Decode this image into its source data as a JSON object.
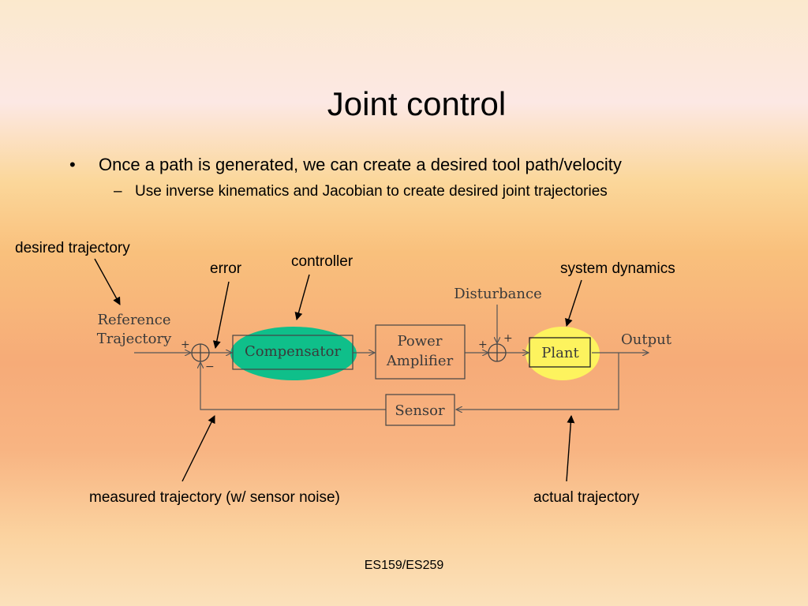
{
  "slide": {
    "title": "Joint control",
    "bullets": [
      {
        "text": "Once a path is generated, we can create a desired tool path/velocity",
        "sub": [
          "Use inverse kinematics and Jacobian to create desired joint trajectories"
        ]
      }
    ],
    "bullet_mark": "•",
    "sub_mark": "–",
    "footer": "ES159/ES259"
  },
  "annotations": {
    "desired_trajectory": "desired trajectory",
    "error": "error",
    "controller": "controller",
    "system_dynamics": "system dynamics",
    "measured_trajectory": "measured trajectory (w/ sensor noise)",
    "actual_trajectory": "actual trajectory"
  },
  "diagram": {
    "reference_line1": "Reference",
    "reference_line2": "Trajectory",
    "compensator": "Compensator",
    "power_line1": "Power",
    "power_line2": "Amplifier",
    "disturbance": "Disturbance",
    "plant": "Plant",
    "output": "Output",
    "sensor": "Sensor",
    "plus": "+",
    "minus": "−",
    "colors": {
      "compensator_highlight": "#0fbf8a",
      "plant_highlight": "#fdf35e",
      "line": "#555555",
      "arrow": "#000000"
    }
  }
}
